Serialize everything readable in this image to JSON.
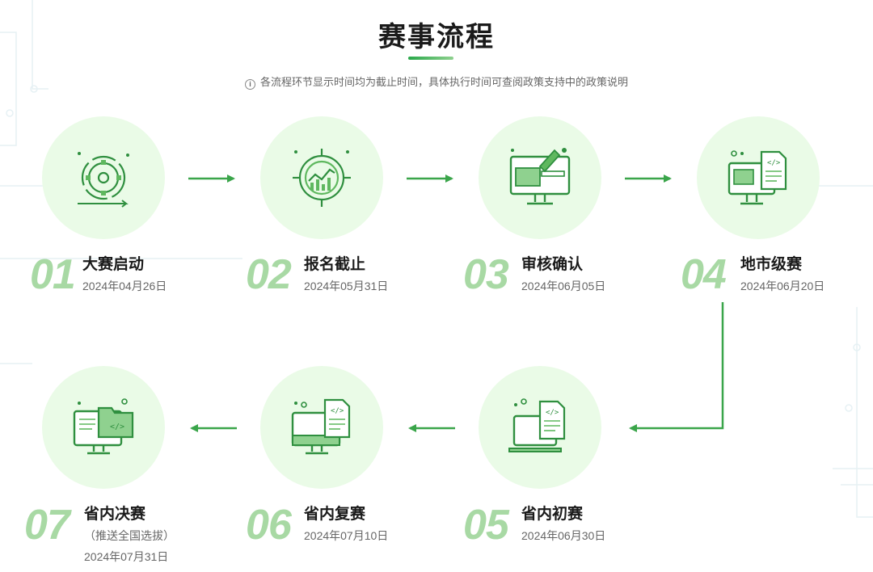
{
  "title": "赛事流程",
  "notice": {
    "icon": "info-icon",
    "text": "各流程环节显示时间均为截止时间，具体执行时间可查阅政策支持中的政策说明"
  },
  "colors": {
    "accent": "#29a84a",
    "circle_bg": "#eafbe7",
    "number": "#a8d9a4"
  },
  "steps": [
    {
      "num": "01",
      "title": "大赛启动",
      "date": "2024年04月26日",
      "icon": "gear-cycle-icon"
    },
    {
      "num": "02",
      "title": "报名截止",
      "date": "2024年05月31日",
      "icon": "target-chart-icon"
    },
    {
      "num": "03",
      "title": "审核确认",
      "date": "2024年06月05日",
      "icon": "monitor-edit-icon"
    },
    {
      "num": "04",
      "title": "地市级赛",
      "date": "2024年06月20日",
      "icon": "monitor-code-icon"
    },
    {
      "num": "05",
      "title": "省内初赛",
      "date": "2024年06月30日",
      "icon": "laptop-code-icon"
    },
    {
      "num": "06",
      "title": "省内复赛",
      "date": "2024年07月10日",
      "icon": "monitor-document-icon"
    },
    {
      "num": "07",
      "title": "省内决赛",
      "note": "（推送全国选拔）",
      "date": "2024年07月31日",
      "icon": "monitor-folder-icon"
    }
  ]
}
